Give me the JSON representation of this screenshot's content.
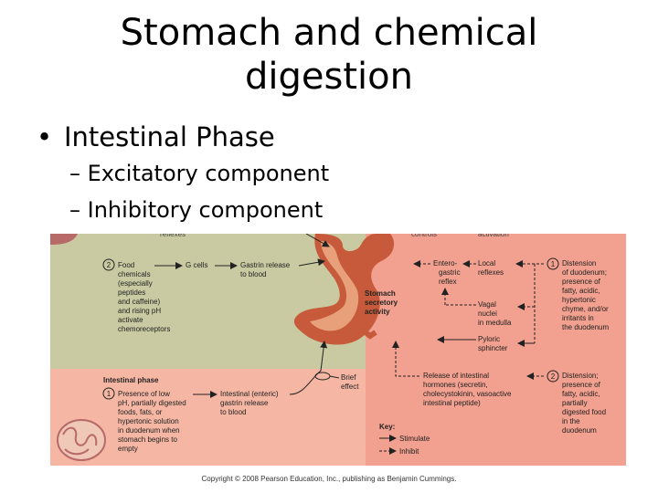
{
  "slide": {
    "title_line1": "Stomach and chemical",
    "title_line2": "digestion",
    "bullet_symbol": "•",
    "bullet": "Intestinal Phase",
    "sub_items": [
      "– Excitatory component",
      "– Inhibitory component"
    ]
  },
  "figure": {
    "top_fragments": [
      "reflexes",
      "controls",
      "activation"
    ],
    "food_step_number": "2",
    "food_lines": [
      "Food",
      "chemicals",
      "(especially",
      "peptides",
      "and caffeine)",
      "and rising pH",
      "activate",
      "chemoreceptors"
    ],
    "g_cells": "G cells",
    "gastrin_lines": [
      "Gastrin release",
      "to blood"
    ],
    "stomach_lines": [
      "Stomach",
      "secretory",
      "activity"
    ],
    "entero_lines": [
      "Entero-",
      "gastric",
      "reflex"
    ],
    "local_lines": [
      "Local",
      "reflexes"
    ],
    "vagal_lines": [
      "Vagal",
      "nuclei",
      "in medulla"
    ],
    "pyloric_lines": [
      "Pyloric",
      "sphincter"
    ],
    "distension1_number": "1",
    "distension1_lines": [
      "Distension",
      "of duodenum;",
      "presence of",
      "fatty, acidic,",
      "hypertonic",
      "chyme, and/or",
      "irritants in",
      "the duodenum"
    ],
    "intestinal_phase_header": "Intestinal phase",
    "presence_number": "1",
    "presence_lines": [
      "Presence of low",
      "pH, partially digested",
      "foods, fats, or",
      "hypertonic solution",
      "in duodenum when",
      "stomach begins to",
      "empty"
    ],
    "intestinal_gastrin_lines": [
      "Intestinal (enteric)",
      "gastrin release",
      "to blood"
    ],
    "brief_effect_lines": [
      "Brief",
      "effect"
    ],
    "release_lines": [
      "Release of intestinal",
      "hormones (secretin,",
      "cholecystokinin, vasoactive",
      "intestinal peptide)"
    ],
    "distension2_number": "2",
    "distension2_lines": [
      "Distension;",
      "presence of",
      "fatty, acidic,",
      "partially",
      "digested food",
      "in the",
      "duodenum"
    ],
    "key_title": "Key:",
    "key_stimulate": "Stimulate",
    "key_inhibit": "Inhibit",
    "colors": {
      "upper_band": "#c9c9a2",
      "lower_band": "#f5b7a4",
      "right_panel": "#f2a08f",
      "stomach_outer": "#c65a3a",
      "stomach_inner": "#e8a07a",
      "text": "#222222"
    }
  },
  "copyright": "Copyright © 2008 Pearson Education, Inc., publishing as Benjamin Cummings."
}
